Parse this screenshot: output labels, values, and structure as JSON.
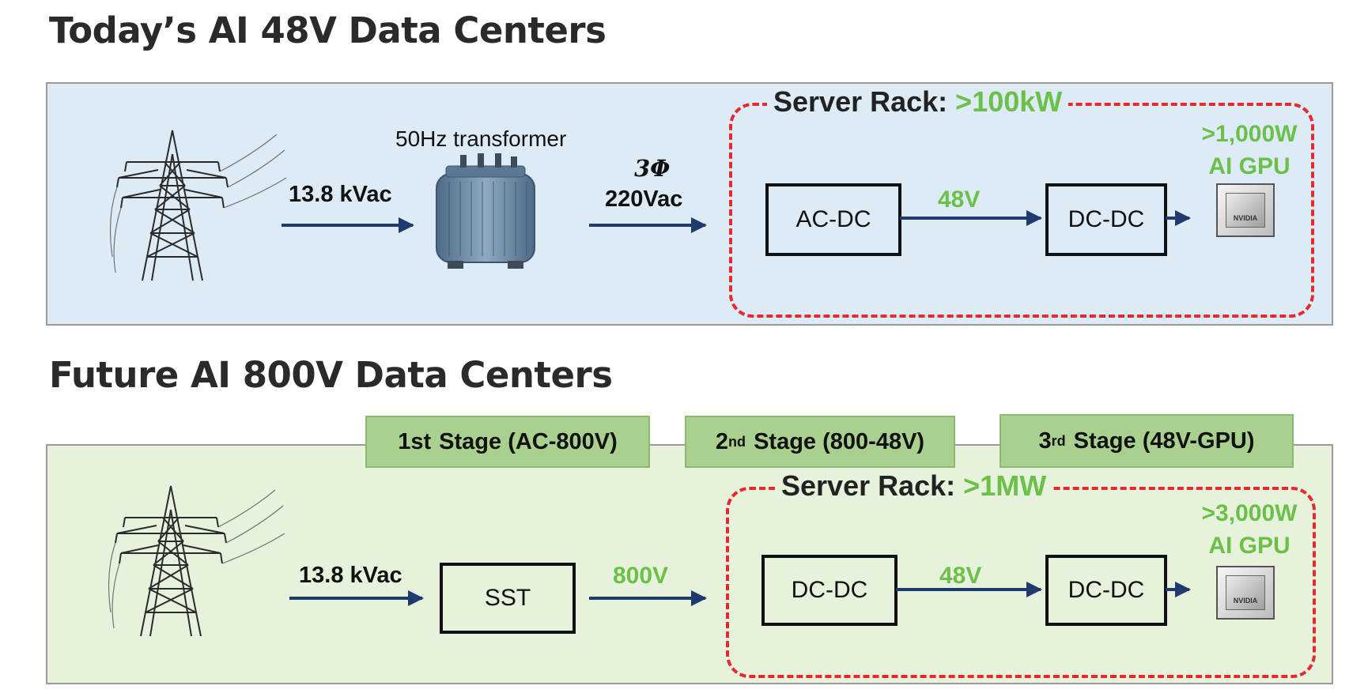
{
  "top": {
    "title": "Today’s AI 48V Data Centers",
    "transformer_label": "50Hz transformer",
    "input_voltage": "13.8 kVac",
    "phase": "3Φ",
    "output_voltage": "220Vac",
    "rack_label": "Server Rack:",
    "rack_power": ">100kW",
    "box1": "AC-DC",
    "bus_voltage": "48V",
    "box2": "DC-DC",
    "gpu_power": ">1,000W",
    "gpu_label": "AI GPU"
  },
  "bottom": {
    "title": "Future AI 800V Data Centers",
    "stages": [
      {
        "prefix": "1st",
        "sup": "",
        "text": "Stage (AC-800V)"
      },
      {
        "prefix": "2",
        "sup": "nd",
        "text": "Stage (800-48V)"
      },
      {
        "prefix": "3",
        "sup": "rd",
        "text": "Stage (48V-GPU)"
      }
    ],
    "input_voltage": "13.8 kVac",
    "sst": "SST",
    "dc_voltage": "800V",
    "rack_label": "Server Rack:",
    "rack_power": ">1MW",
    "box1": "DC-DC",
    "bus_voltage": "48V",
    "box2": "DC-DC",
    "gpu_power": ">3,000W",
    "gpu_label": "AI GPU"
  },
  "colors": {
    "top_panel": "#ddebf7",
    "bottom_panel": "#e6f2dc",
    "rack_border": "#e8282b",
    "highlight_text": "#6cc04a",
    "arrow": "#1f3a6e",
    "stage_fill": "#a9d08e"
  },
  "icons": [
    "transmission-tower-icon",
    "transformer-icon",
    "gpu-chip-icon"
  ]
}
